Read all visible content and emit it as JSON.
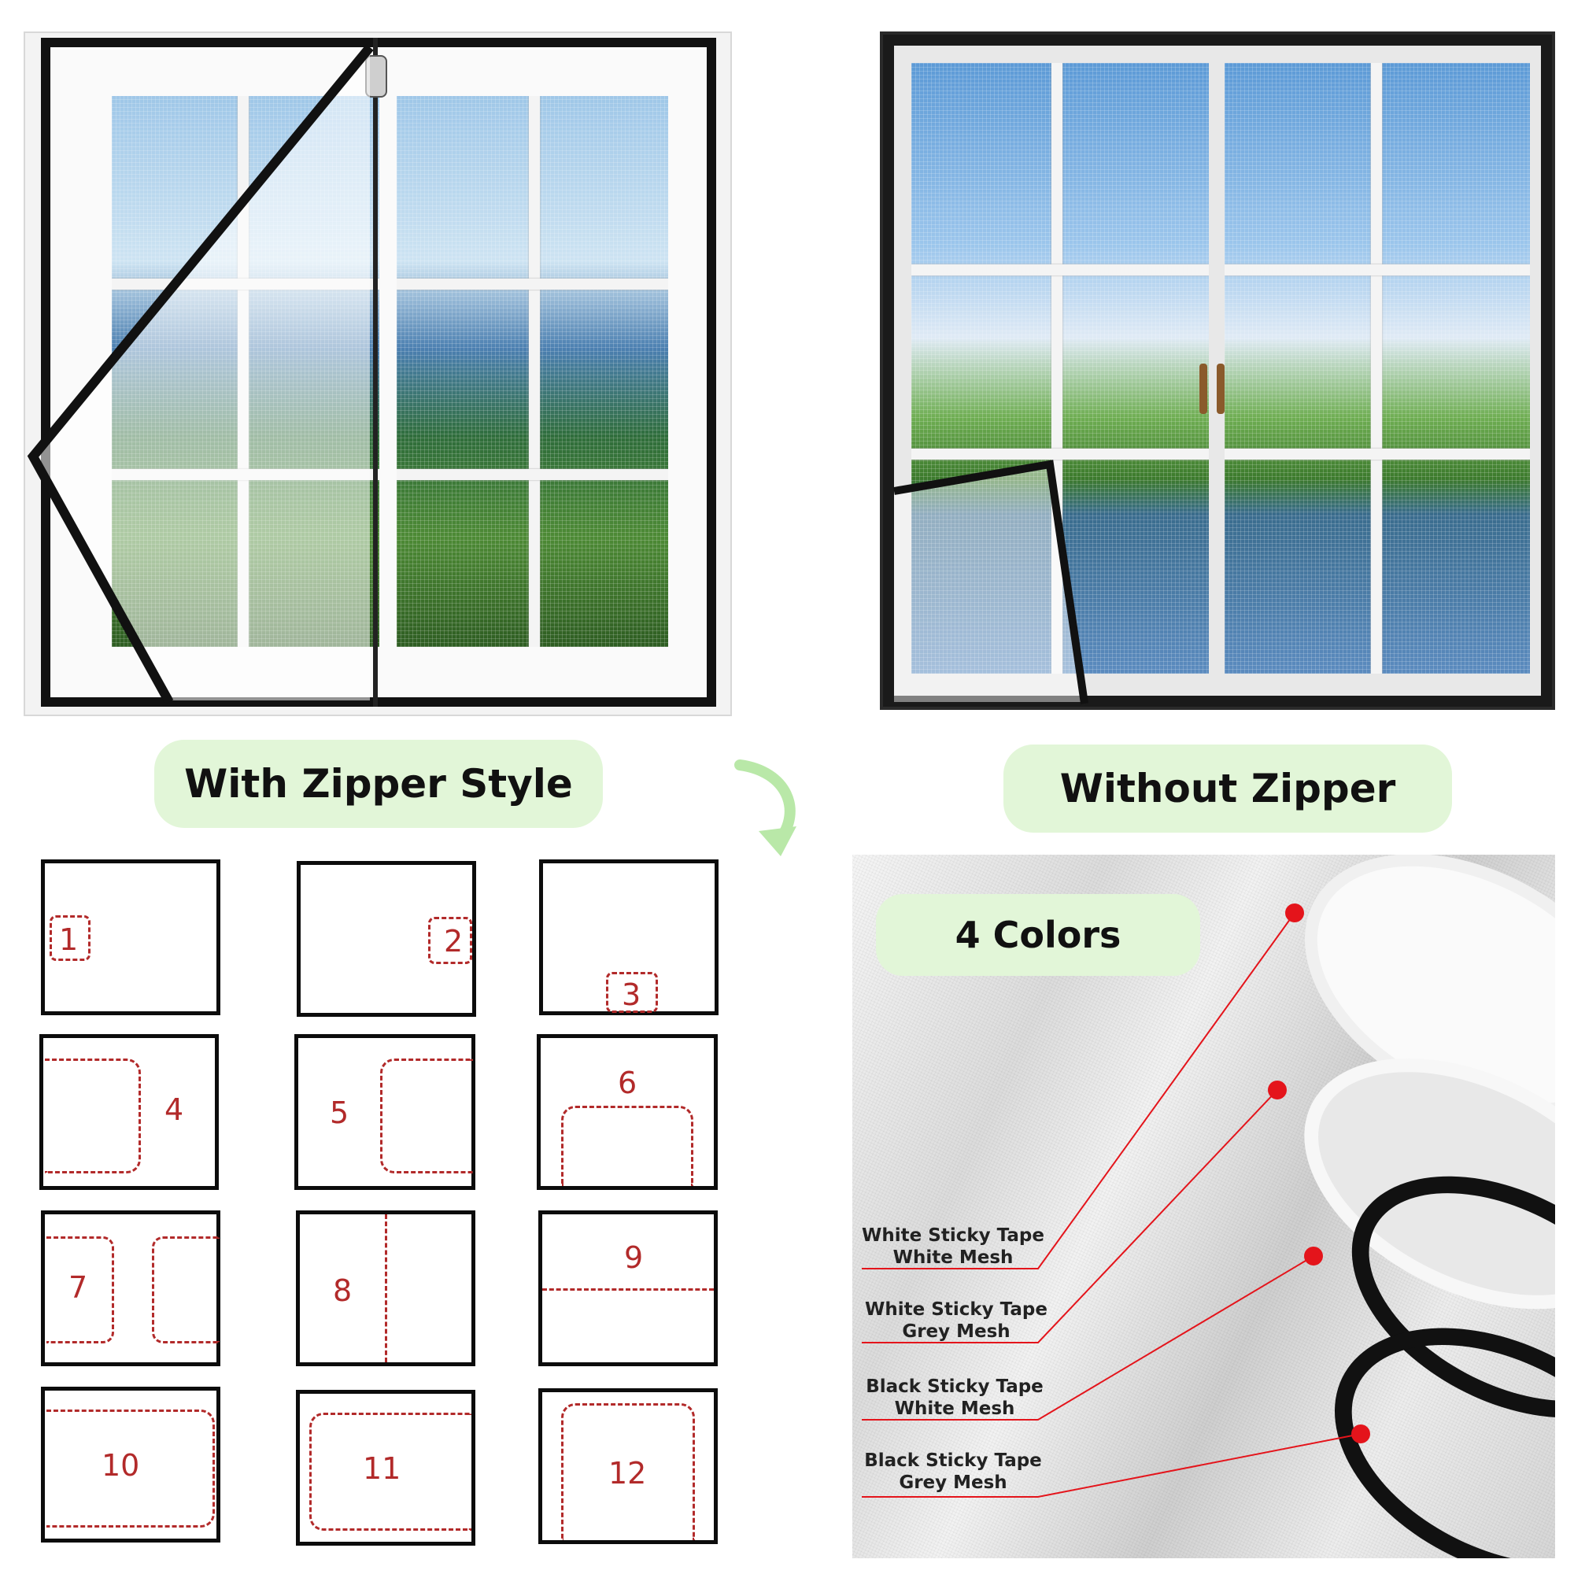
{
  "labels": {
    "with_zipper": "With Zipper Style",
    "without_zipper": "Without Zipper",
    "colors": "4 Colors"
  },
  "styles": [
    "1",
    "2",
    "3",
    "4",
    "5",
    "6",
    "7",
    "8",
    "9",
    "10",
    "11",
    "12"
  ],
  "color_options": [
    {
      "line1": "White Sticky Tape",
      "line2": "White Mesh"
    },
    {
      "line1": "White Sticky Tape",
      "line2": "Grey Mesh"
    },
    {
      "line1": "Black Sticky Tape",
      "line2": "White Mesh"
    },
    {
      "line1": "Black Sticky Tape",
      "line2": "Grey Mesh"
    }
  ],
  "colors": {
    "pill": "#e2f6d8",
    "dash": "#b22a2a",
    "dot": "#e4141b",
    "arrow": "#b9e8a8"
  },
  "icons": {
    "arrow": "curved-arrow-icon",
    "zipper": "zipper-pull-icon"
  }
}
